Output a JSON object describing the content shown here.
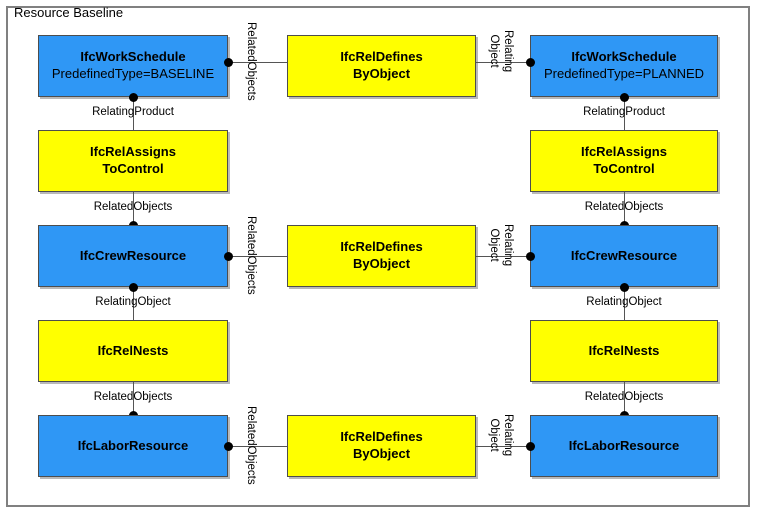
{
  "diagram": {
    "title": "Resource Baseline",
    "colors": {
      "entity_fill": "#2f97f5",
      "relationship_fill": "#ffff00",
      "border": "#4d4d4d",
      "edge": "#555555",
      "frame": "#808080",
      "text": "#000000"
    },
    "nodes": [
      {
        "id": "left-workschedule",
        "kind": "entity",
        "title": "IfcWorkSchedule",
        "subtitle": "PredefinedType=BASELINE"
      },
      {
        "id": "mid-reldefines-1",
        "kind": "relationship",
        "title": "IfcRelDefines",
        "subtitle": "ByObject"
      },
      {
        "id": "right-workschedule",
        "kind": "entity",
        "title": "IfcWorkSchedule",
        "subtitle": "PredefinedType=PLANNED"
      },
      {
        "id": "left-relassigns",
        "kind": "relationship",
        "title": "IfcRelAssigns",
        "subtitle": "ToControl"
      },
      {
        "id": "right-relassigns",
        "kind": "relationship",
        "title": "IfcRelAssigns",
        "subtitle": "ToControl"
      },
      {
        "id": "left-crewresource",
        "kind": "entity",
        "title": "IfcCrewResource",
        "subtitle": ""
      },
      {
        "id": "mid-reldefines-2",
        "kind": "relationship",
        "title": "IfcRelDefines",
        "subtitle": "ByObject"
      },
      {
        "id": "right-crewresource",
        "kind": "entity",
        "title": "IfcCrewResource",
        "subtitle": ""
      },
      {
        "id": "left-relnests",
        "kind": "relationship",
        "title": "IfcRelNests",
        "subtitle": ""
      },
      {
        "id": "right-relnests",
        "kind": "relationship",
        "title": "IfcRelNests",
        "subtitle": ""
      },
      {
        "id": "left-laborresource",
        "kind": "entity",
        "title": "IfcLaborResource",
        "subtitle": ""
      },
      {
        "id": "mid-reldefines-3",
        "kind": "relationship",
        "title": "IfcRelDefines",
        "subtitle": "ByObject"
      },
      {
        "id": "right-laborresource",
        "kind": "entity",
        "title": "IfcLaborResource",
        "subtitle": ""
      }
    ],
    "edge_labels": {
      "related_objects": "RelatedObjects",
      "relating_object_l1": "Relating",
      "relating_object_l2": "Object",
      "relating_product": "RelatingProduct",
      "relating_object": "RelatingObject"
    }
  }
}
